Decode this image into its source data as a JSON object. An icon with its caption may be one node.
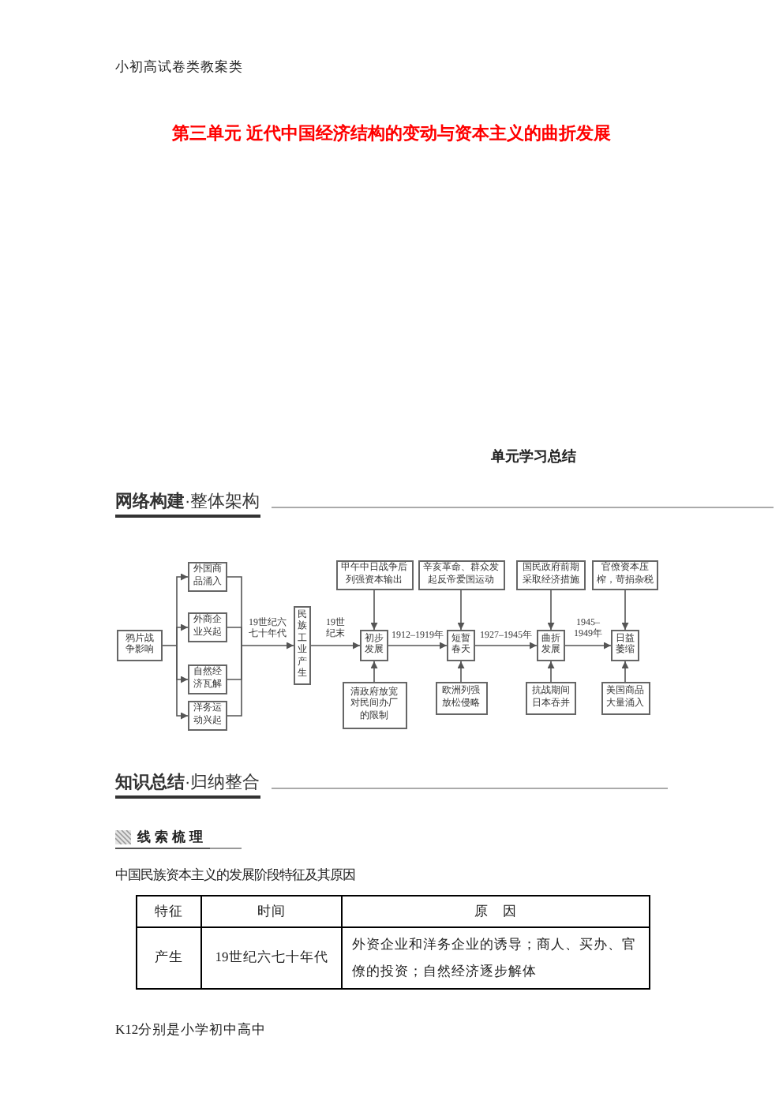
{
  "diagram": {
    "title": "第三单元 近代中国经济结构的变动与资本主义的曲折发展",
    "nodes": [
      {
        "text": [
          "鸦片战争影响"
        ]
      },
      {
        "text": [
          "外国商品涌入"
        ]
      },
      {
        "text": [
          "外商企业兴起"
        ]
      },
      {
        "text": [
          "自然经济瓦解"
        ]
      },
      {
        "text": [
          "洋务运动兴起"
        ]
      },
      {
        "text": [
          "民族工业产生"
        ]
      },
      {
        "text": [
          "甲午中日战争后列强资本输出"
        ]
      },
      {
        "text": [
          "初步发展"
        ]
      },
      {
        "text": [
          "清政府放宽对民间办厂的限制"
        ]
      },
      {
        "text": [
          "辛亥革命、群众发起反帝爱国运动"
        ]
      },
      {
        "text": [
          "短暂春天"
        ]
      },
      {
        "text": [
          "欧洲列强放松侵略"
        ]
      },
      {
        "text": [
          "国民政府前期采取经济措施"
        ]
      },
      {
        "text": [
          "曲折发展"
        ]
      },
      {
        "text": [
          "抗战期间日本吞并"
        ]
      },
      {
        "text": [
          "官僚资本压榨，苛捐杂税"
        ]
      },
      {
        "text": [
          "日益萎缩"
        ]
      },
      {
        "text": [
          "美国商品大量涌入"
        ]
      }
    ],
    "edges": [
      {
        "from": 0,
        "to": 1,
        "arrow": "to"
      },
      {
        "from": 0,
        "to": 2,
        "arrow": "to"
      },
      {
        "from": 0,
        "to": 3,
        "arrow": "to"
      },
      {
        "from": 0,
        "to": 4,
        "arrow": "to"
      },
      {
        "from": 1,
        "to": 5,
        "arrow": "to",
        "label": "19世纪六七十年代"
      },
      {
        "from": 2,
        "to": 5,
        "arrow": "to"
      },
      {
        "from": 3,
        "to": 5,
        "arrow": "to"
      },
      {
        "from": 4,
        "to": 5,
        "arrow": "to"
      },
      {
        "from": 5,
        "to": 7,
        "arrow": "to",
        "label": "19世纪末"
      },
      {
        "from": 6,
        "to": 7,
        "arrow": "to"
      },
      {
        "from": 8,
        "to": 7,
        "arrow": "to"
      },
      {
        "from": 7,
        "to": 10,
        "arrow": "to",
        "label": "1912–1919年"
      },
      {
        "from": 9,
        "to": 10,
        "arrow": "to"
      },
      {
        "from": 11,
        "to": 10,
        "arrow": "to"
      },
      {
        "from": 10,
        "to": 13,
        "arrow": "to",
        "label": "1927–1945年"
      },
      {
        "from": 12,
        "to": 13,
        "arrow": "to"
      },
      {
        "from": 14,
        "to": 13,
        "arrow": "to"
      },
      {
        "from": 13,
        "to": 16,
        "arrow": "to",
        "label": "1945–1949年"
      },
      {
        "from": 15,
        "to": 16,
        "arrow": "to"
      },
      {
        "from": 17,
        "to": 16,
        "arrow": "to"
      }
    ],
    "labels": [
      "小初高试卷类教案类",
      "单元学习总结",
      "**网络构建**·整体架构",
      "**知识总结**·归纳整合",
      "线索梳理",
      "中国民族资本主义的发展阶段特征及其原因",
      "特征",
      "时间",
      "原　因",
      "产生",
      "19世纪六七十年代",
      "外资企业和洋务企业的诱导；商人、买办、官僚的投资；自然经济逐步解体",
      "K12分别是小学初中高中"
    ]
  }
}
